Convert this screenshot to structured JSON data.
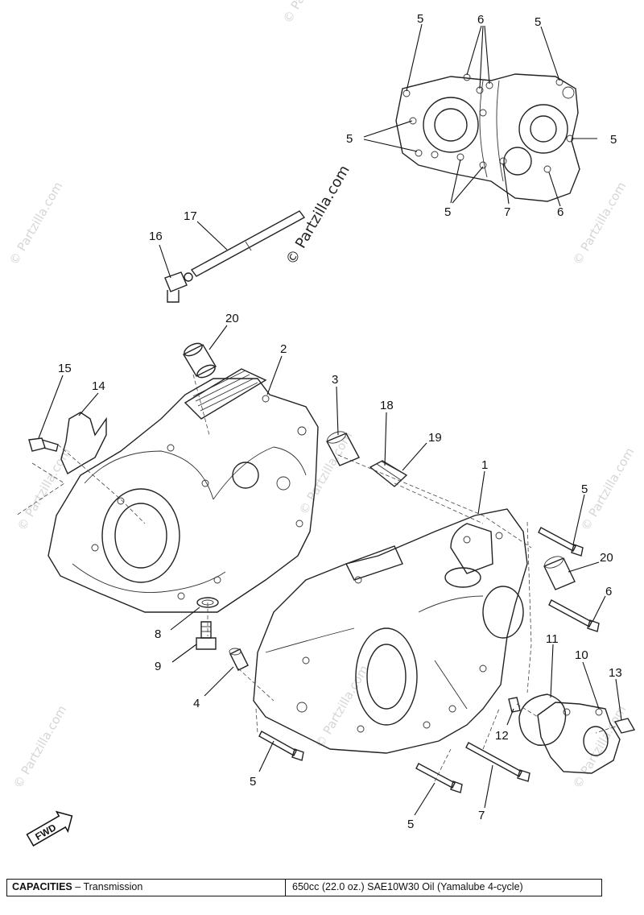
{
  "watermark": {
    "text": "© Partzilla.com"
  },
  "fwd": {
    "label": "FWD"
  },
  "callouts": [
    "5",
    "6",
    "5",
    "5",
    "5",
    "5",
    "7",
    "6",
    "17",
    "16",
    "20",
    "2",
    "15",
    "14",
    "3",
    "18",
    "19",
    "1",
    "5",
    "20",
    "6",
    "8",
    "9",
    "4",
    "11",
    "10",
    "13",
    "12",
    "5",
    "5",
    "7"
  ],
  "capacities": {
    "heading": "CAPACITIES",
    "separator": " – ",
    "item": "Transmission",
    "value": "650cc (22.0 oz.) SAE10W30 Oil (Yamalube 4-cycle)"
  }
}
